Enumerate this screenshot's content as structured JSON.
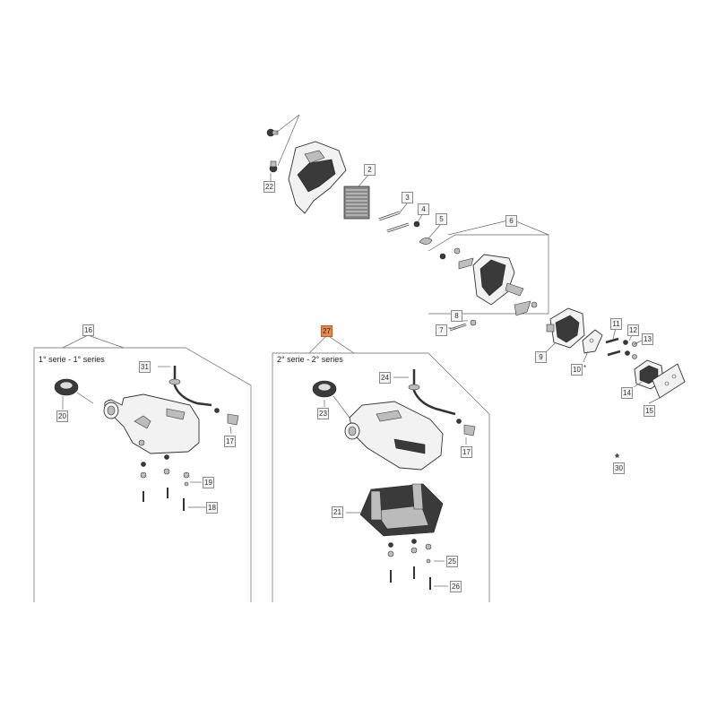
{
  "group_1": {
    "title": "1° serie - 1° series",
    "ref": "16"
  },
  "group_2": {
    "title": "2° serie - 2° series",
    "ref": "27"
  },
  "callouts": {
    "c2": "2",
    "c3": "3",
    "c4": "4",
    "c5": "5",
    "c6": "6",
    "c7": "7",
    "c8": "8",
    "c9": "9",
    "c10": "10",
    "c11": "11",
    "c12": "12",
    "c13": "13",
    "c14": "14",
    "c15": "15",
    "c17a": "17",
    "c17b": "17",
    "c18": "18",
    "c19": "19",
    "c20": "20",
    "c21": "21",
    "c22": "22",
    "c23": "23",
    "c24": "24",
    "c25": "25",
    "c26": "26",
    "c30": "30",
    "c31": "31"
  },
  "star_mark": "*",
  "colors": {
    "highlight": "#e8884a",
    "line": "#666666",
    "part_fill": "#f2f2f2",
    "part_dark": "#3a3a3a"
  }
}
